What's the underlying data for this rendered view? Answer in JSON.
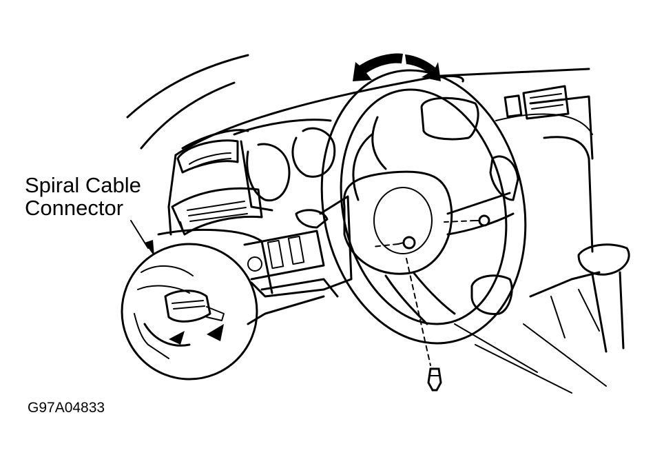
{
  "callout": {
    "line1": "Spiral Cable",
    "line2": "Connector"
  },
  "figure_code": "G97A04833",
  "colors": {
    "ink": "#000000",
    "paper": "#ffffff"
  },
  "icons": [
    "rotation-arrow-icon",
    "bolt-icon"
  ]
}
